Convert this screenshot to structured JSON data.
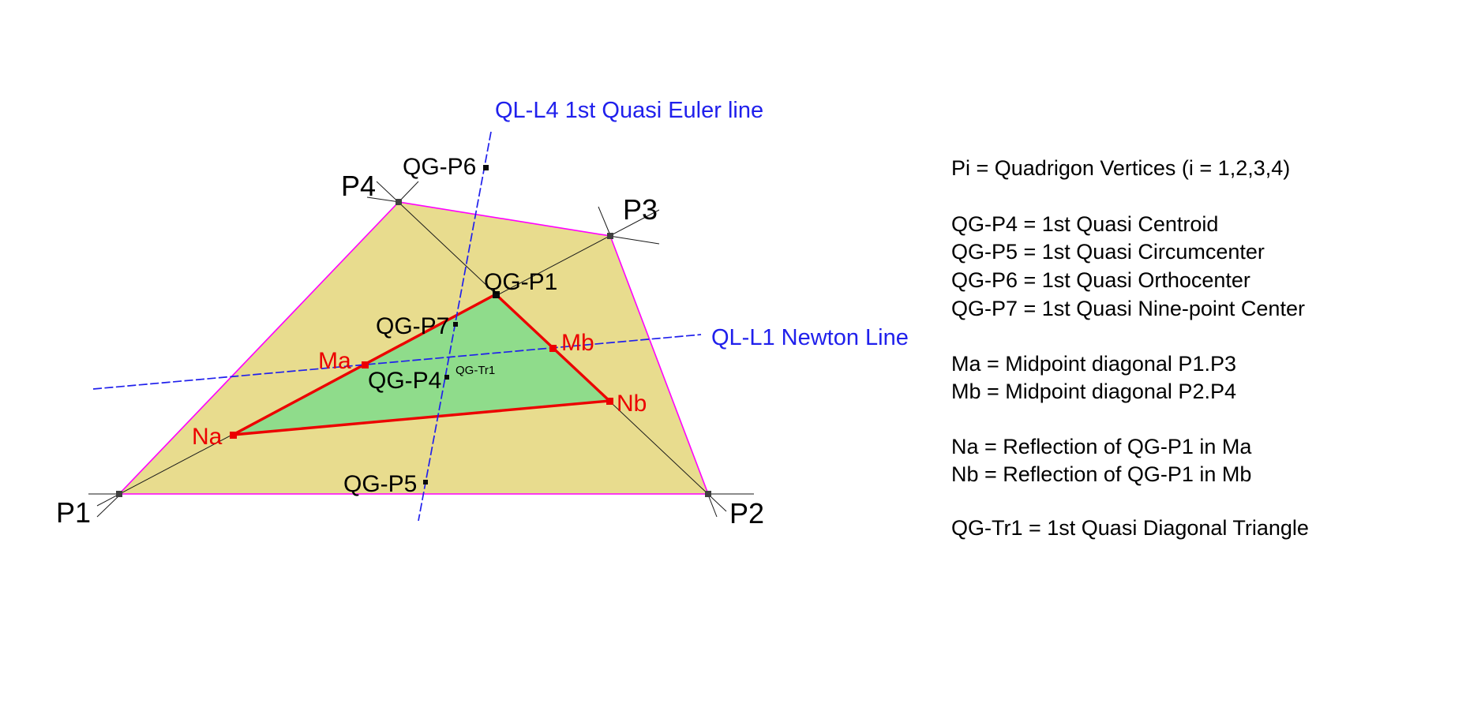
{
  "diagram": {
    "vertex_labels": {
      "p1": "P1",
      "p2": "P2",
      "p3": "P3",
      "p4": "P4"
    },
    "point_labels": {
      "qg_p1": "QG-P1",
      "qg_p4": "QG-P4",
      "qg_p5": "QG-P5",
      "qg_p6": "QG-P6",
      "qg_p7": "QG-P7",
      "qg_tr1": "QG-Tr1",
      "ma": "Ma",
      "mb": "Mb",
      "na": "Na",
      "nb": "Nb"
    },
    "line_labels": {
      "euler": "QL-L4 1st Quasi Euler line",
      "newton": "QL-L1 Newton Line"
    },
    "colors": {
      "quad_fill": "#E8DC8E",
      "quad_border": "#FF00FF",
      "triangle_fill": "#8FDC8B",
      "red": "#EC0000",
      "blue": "#2020EC",
      "black_lines": "#1A1A1A"
    }
  },
  "legend": {
    "lines": [
      "Pi = Quadrigon Vertices (i = 1,2,3,4)",
      "QG-P4 = 1st Quasi Centroid",
      "QG-P5 = 1st Quasi Circumcenter",
      "QG-P6 = 1st Quasi Orthocenter",
      "QG-P7 = 1st Quasi Nine-point Center",
      "Ma = Midpoint diagonal P1.P3",
      "Mb = Midpoint diagonal P2.P4",
      "Na = Reflection of QG-P1 in Ma",
      "Nb = Reflection of QG-P1 in Mb",
      "QG-Tr1 = 1st Quasi Diagonal Triangle"
    ]
  }
}
